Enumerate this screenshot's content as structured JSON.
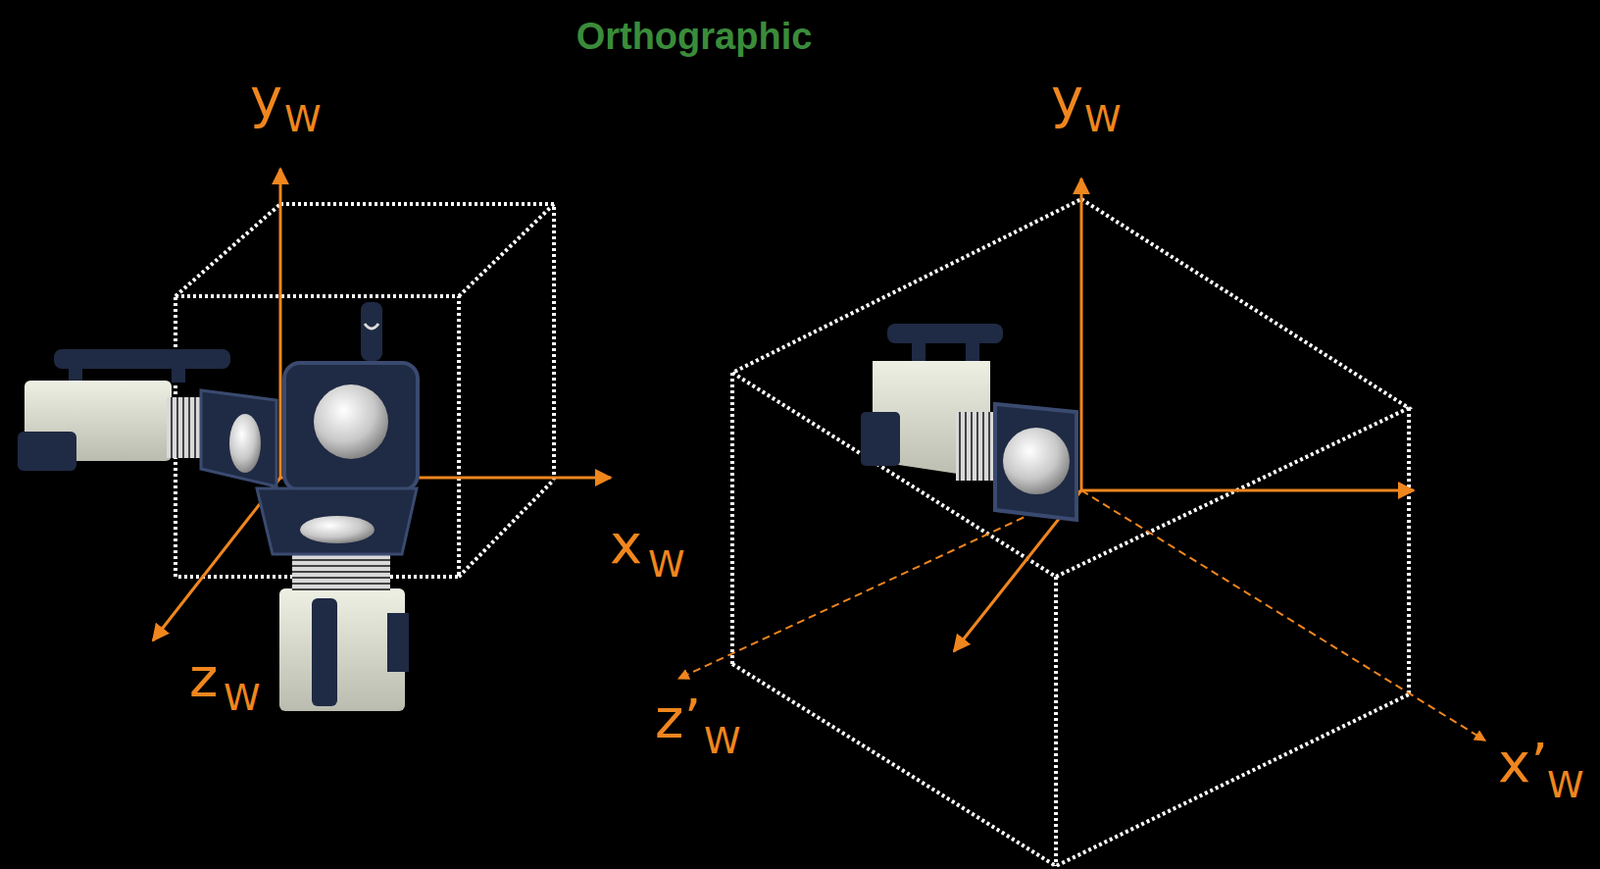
{
  "diagram": {
    "title": "Orthographic",
    "labels": [
      "y",
      "W",
      "x",
      "W",
      "z",
      "W",
      "y",
      "W",
      "z’",
      "W",
      "x’",
      "W"
    ]
  }
}
